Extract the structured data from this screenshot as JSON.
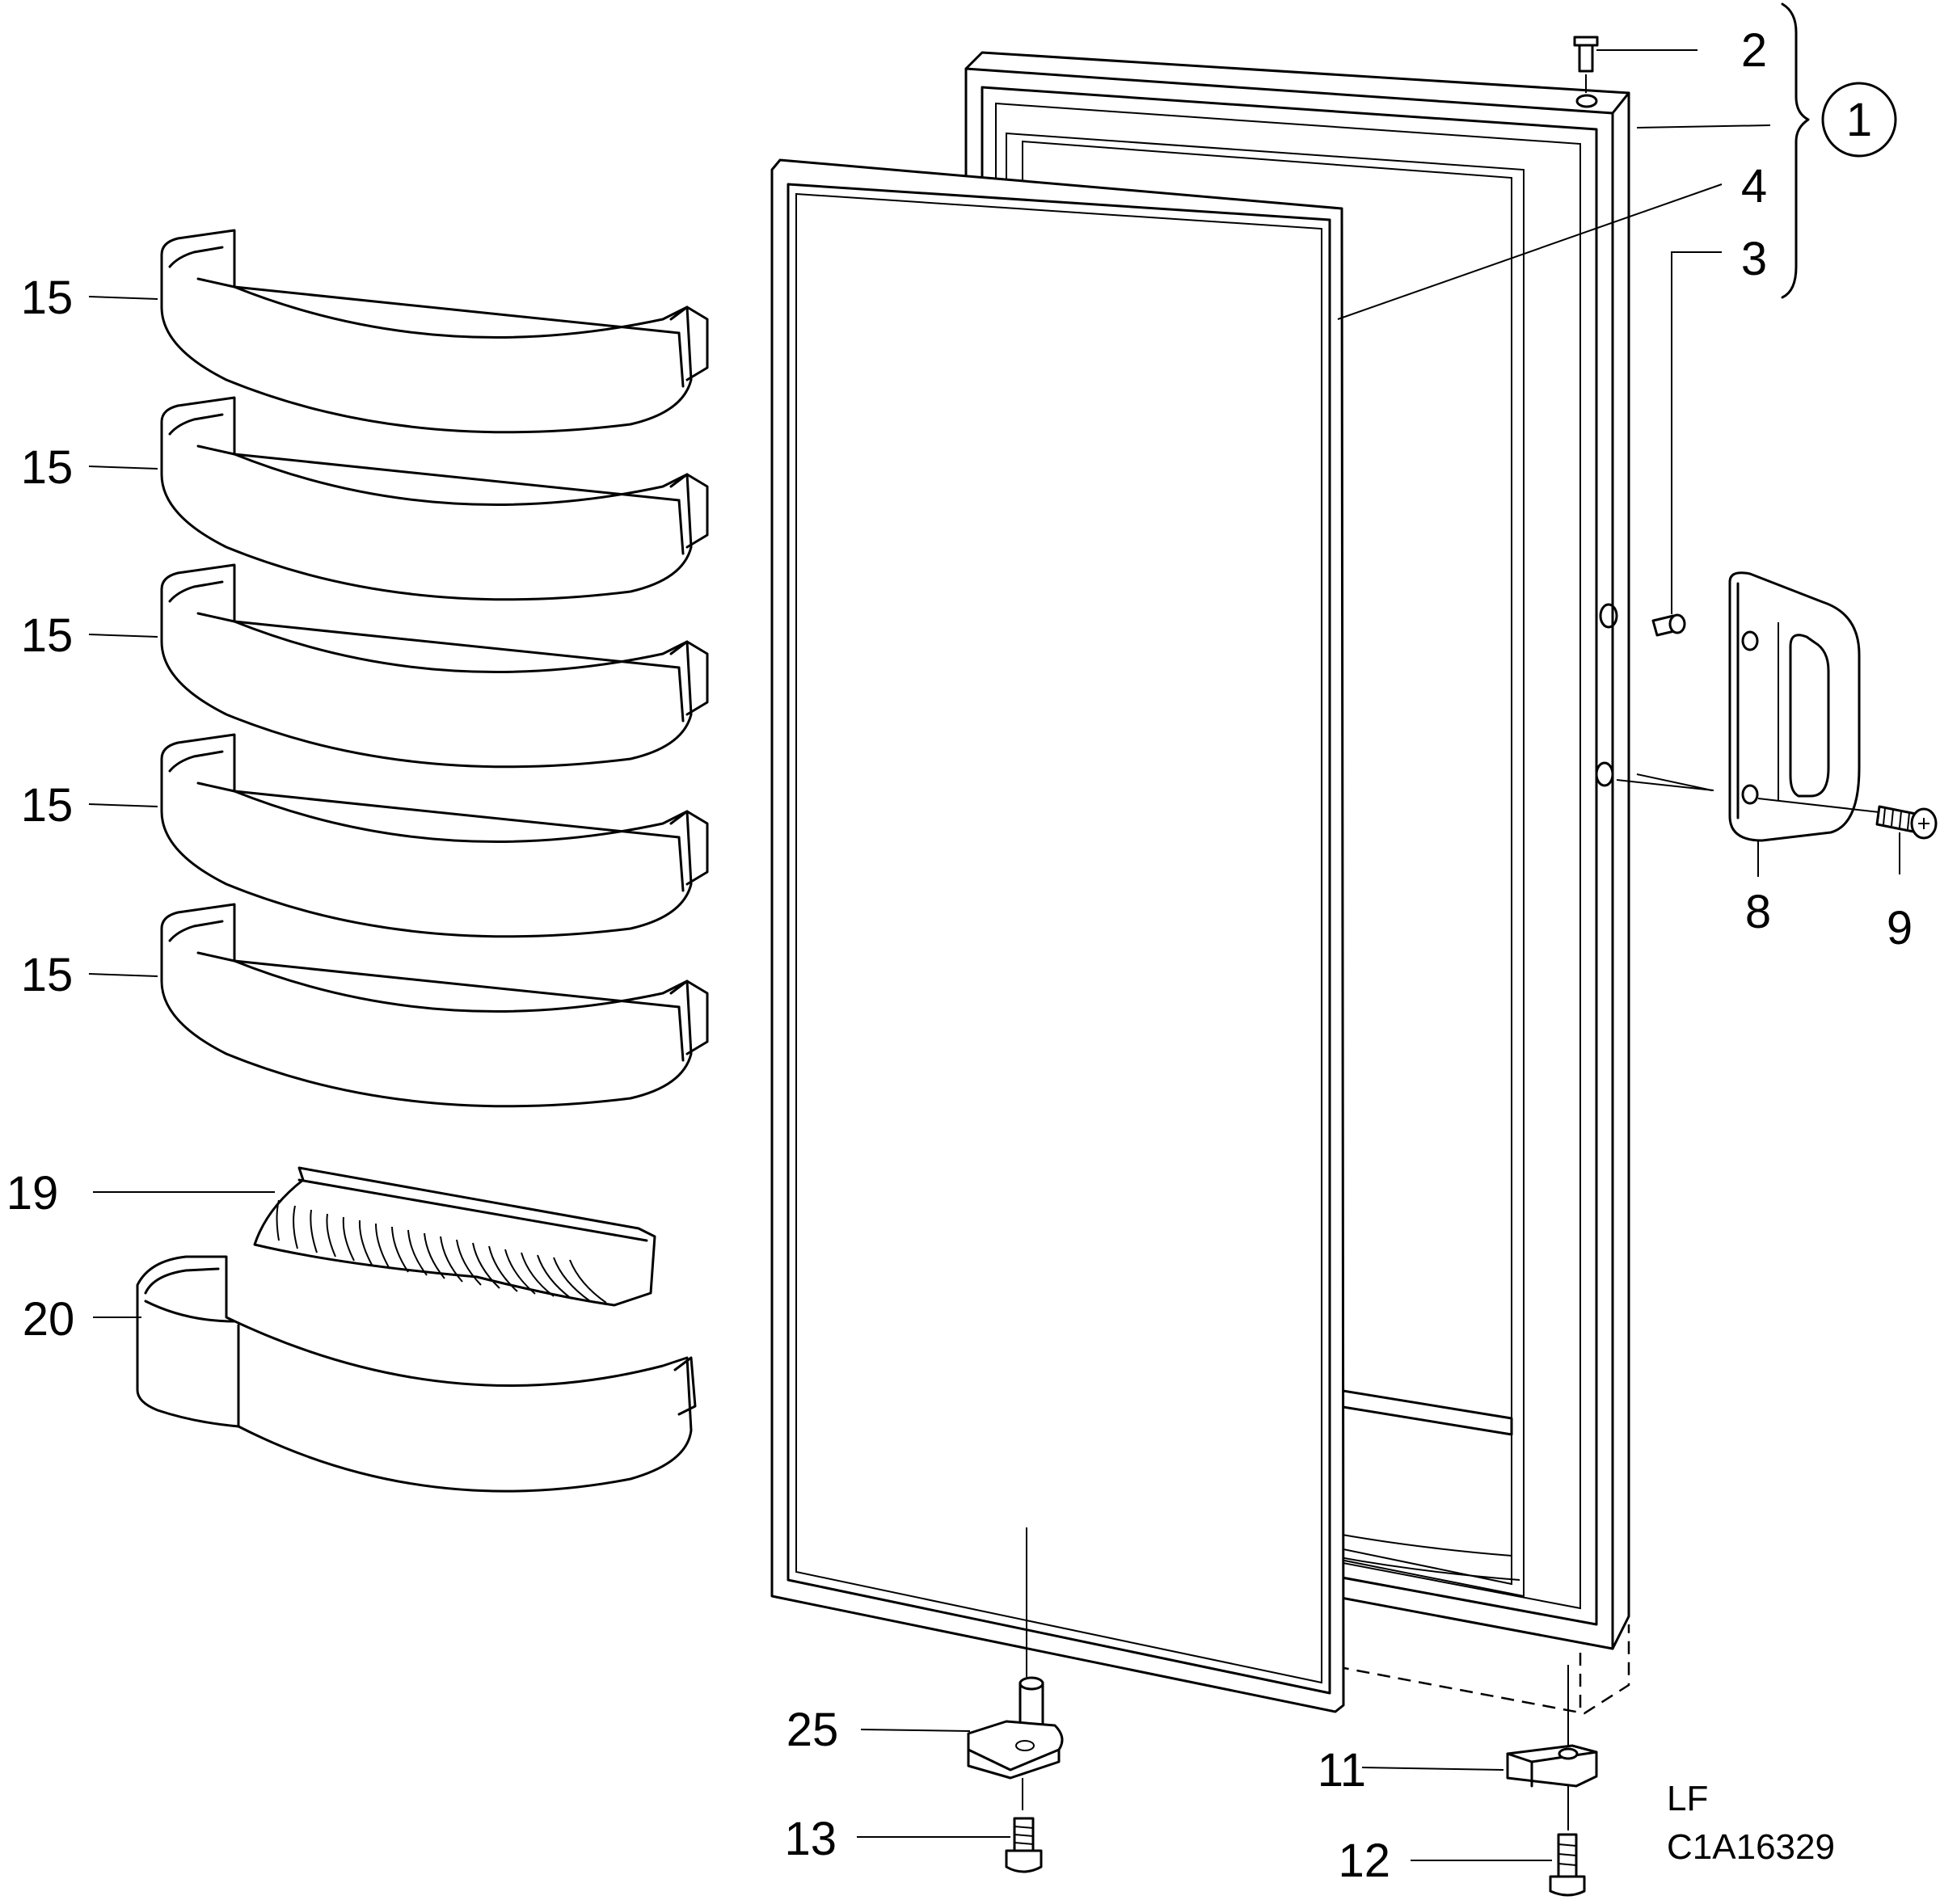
{
  "labels": {
    "l1": "1",
    "l2": "2",
    "l3": "3",
    "l4": "4",
    "l8": "8",
    "l9": "9",
    "l11": "11",
    "l12": "12",
    "l13": "13",
    "l15": "15",
    "l19": "19",
    "l20": "20",
    "l25": "25"
  },
  "code": {
    "line1": "LF",
    "line2": "C1A16329"
  }
}
